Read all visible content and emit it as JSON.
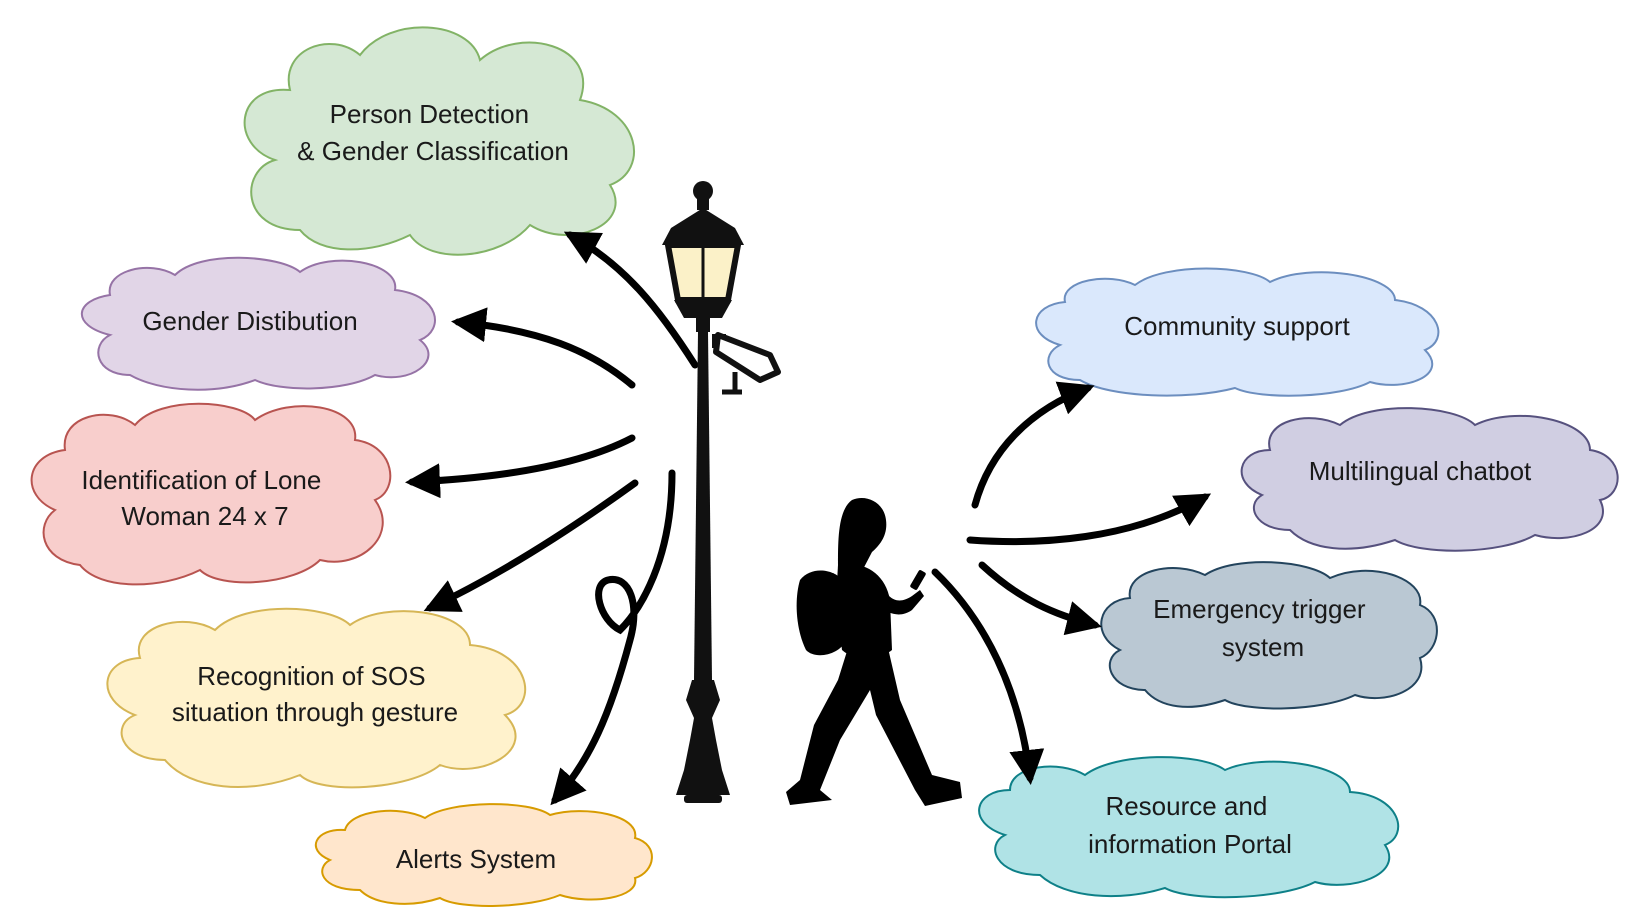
{
  "clouds": {
    "person_detection": {
      "lines": [
        "Person Detection",
        "& Gender Classification"
      ],
      "fill": "#d5e8d4",
      "stroke": "#82b366"
    },
    "gender_distribution": {
      "lines": [
        "Gender Distibution"
      ],
      "fill": "#e1d5e7",
      "stroke": "#9673a6"
    },
    "lone_woman": {
      "lines": [
        "Identification of Lone",
        "Woman 24 x 7"
      ],
      "fill": "#f8cecc",
      "stroke": "#b85450"
    },
    "sos_gesture": {
      "lines": [
        "Recognition of SOS",
        "situation through gesture"
      ],
      "fill": "#fff2cc",
      "stroke": "#d6b656"
    },
    "alerts": {
      "lines": [
        "Alerts System"
      ],
      "fill": "#ffe6cc",
      "stroke": "#d79b00"
    },
    "community": {
      "lines": [
        "Community support"
      ],
      "fill": "#dae8fc",
      "stroke": "#6c8ebf"
    },
    "chatbot": {
      "lines": [
        "Multilingual chatbot"
      ],
      "fill": "#d0cee2",
      "stroke": "#56517e"
    },
    "emergency": {
      "lines": [
        "Emergency trigger",
        "system"
      ],
      "fill": "#bac8d3",
      "stroke": "#23445d"
    },
    "portal": {
      "lines": [
        "Resource and",
        "information Portal"
      ],
      "fill": "#b0e3e6",
      "stroke": "#0e8088"
    }
  },
  "icons": {
    "street_lamp": "street-lamp-with-cctv-camera",
    "woman": "woman-walking-with-phone-and-backpack"
  },
  "arrow_color": "#000000"
}
